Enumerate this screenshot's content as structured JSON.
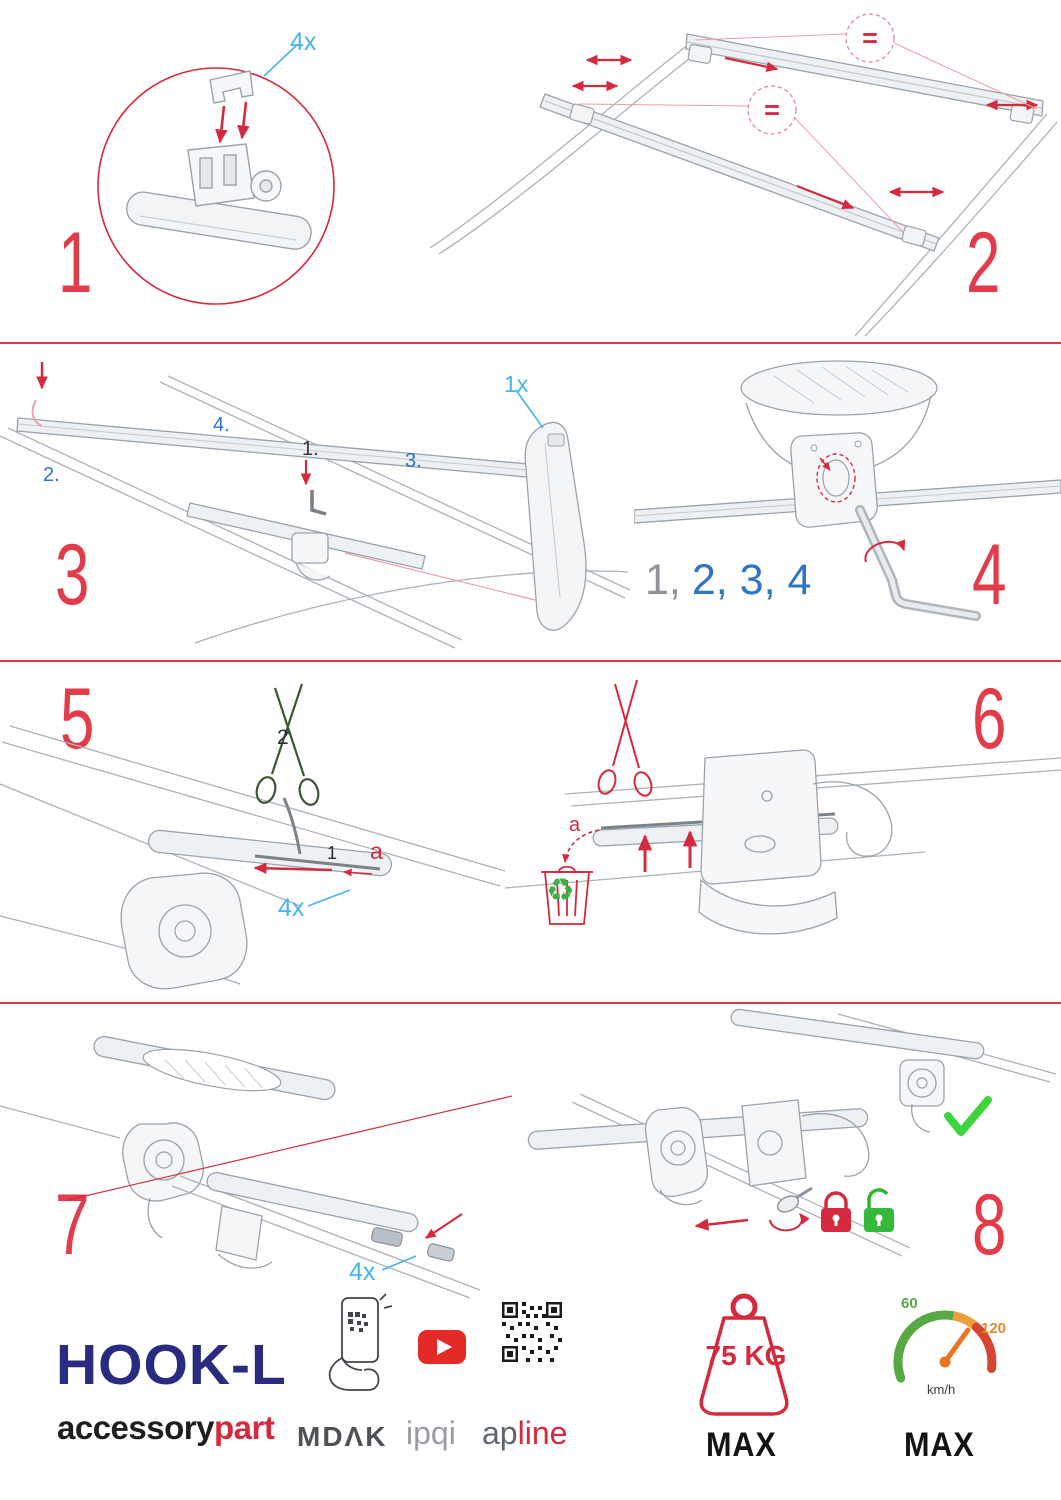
{
  "colors": {
    "step_red": "#e23c4a",
    "line_red": "#d5293d",
    "qty_blue": "#45b5e8",
    "seq_blue": "#2e74c8",
    "navy": "#2a2a80",
    "recycle_green": "#3fae49",
    "check_green": "#3ed43e",
    "gauge_green": "#58a944",
    "gauge_orange": "#e87722"
  },
  "steps": {
    "s1": {
      "num": "1",
      "qty": "4x"
    },
    "s2": {
      "num": "2",
      "eq1": "=",
      "eq2": "="
    },
    "s3": {
      "num": "3",
      "qty": "1x",
      "sub1": "1.",
      "sub2": "2.",
      "sub3": "3.",
      "sub4": "4."
    },
    "s4": {
      "num": "4",
      "seq_gray": "1,",
      "seq_blue": "2, 3, 4"
    },
    "s5": {
      "num": "5",
      "part_top": "2",
      "part_bottom": "1",
      "dim": "a",
      "qty": "4x"
    },
    "s6": {
      "num": "6",
      "dim": "a"
    },
    "s7": {
      "num": "7",
      "qty": "4x"
    },
    "s8": {
      "num": "8"
    }
  },
  "icons": {
    "recycle": "♻"
  },
  "footer": {
    "product": "HOOK-L",
    "brand_black": "accessory",
    "brand_red": "part",
    "logo_mdak": "MDΛK",
    "logo_ipqi": "ipqi",
    "logo_ap": "ap",
    "logo_line": "line",
    "weight": "75 KG",
    "weight_max": "MAX",
    "gauge_min": "60",
    "gauge_max": "120",
    "gauge_unit": "km/h",
    "speed_max": "MAX"
  }
}
